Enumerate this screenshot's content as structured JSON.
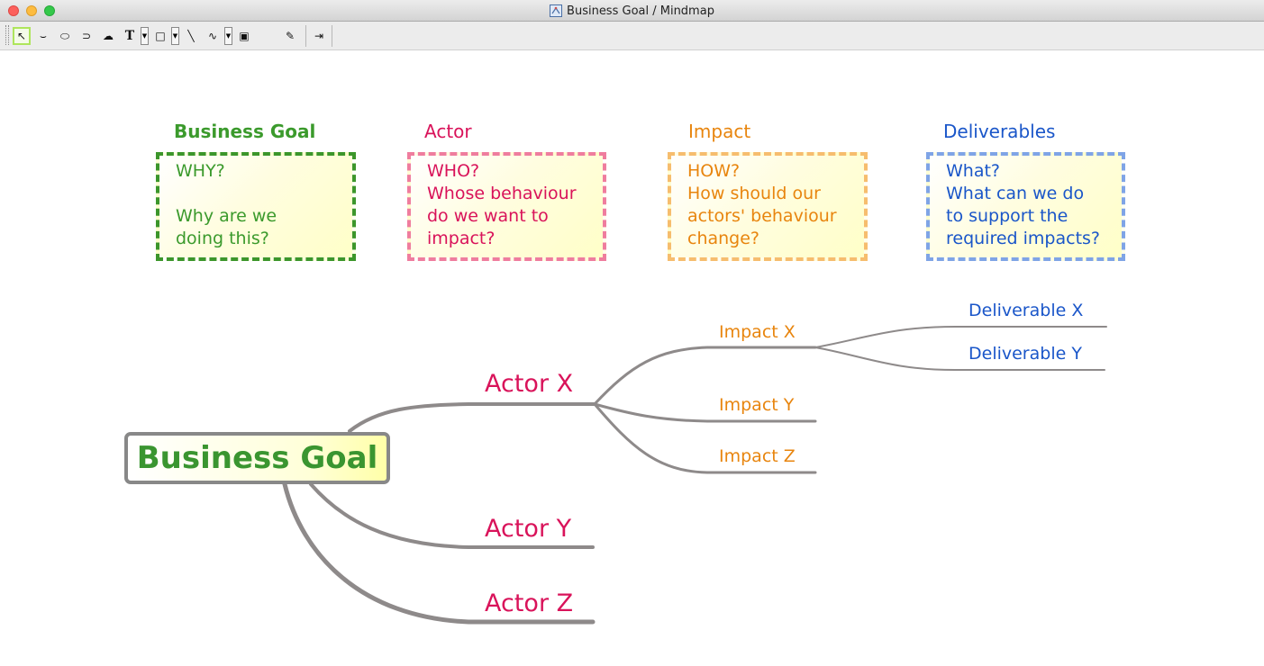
{
  "window": {
    "title": "Business Goal / Mindmap"
  },
  "toolbar": {
    "tools": [
      {
        "name": "select-tool",
        "glyph": "↖",
        "active": true
      },
      {
        "name": "connector-tool",
        "glyph": "⌣"
      },
      {
        "name": "oval-tool",
        "glyph": "⬭"
      },
      {
        "name": "lasso-tool",
        "glyph": "⊃"
      },
      {
        "name": "cloud-tool",
        "glyph": "☁"
      },
      {
        "name": "text-tool",
        "glyph": "T"
      },
      {
        "name": "rectangle-tool",
        "glyph": "□"
      },
      {
        "name": "line-tool",
        "glyph": "╲"
      },
      {
        "name": "curve-tool",
        "glyph": "∿"
      },
      {
        "name": "image-tool",
        "glyph": "▣"
      },
      {
        "name": "pin-tool",
        "glyph": "✎"
      },
      {
        "name": "insert-tool",
        "glyph": "⇥"
      }
    ]
  },
  "legend": [
    {
      "heading": "Business Goal",
      "text": "WHY?\n\nWhy are we\ndoing this?",
      "color": "#3b9a2c",
      "border": "#3c962b"
    },
    {
      "heading": "Actor",
      "text": "WHO?\nWhose behaviour\ndo we want to\nimpact?",
      "color": "#d9135a",
      "border": "#ef7d9e"
    },
    {
      "heading": "Impact",
      "text": "HOW?\nHow should our\nactors' behaviour\nchange?",
      "color": "#e8850e",
      "border": "#f6bd6e"
    },
    {
      "heading": "Deliverables",
      "text": "What?\nWhat can we do\nto support the\nrequired impacts?",
      "color": "#1a56c9",
      "border": "#7fa4e6"
    }
  ],
  "mindmap": {
    "root": "Business Goal",
    "actors": [
      "Actor X",
      "Actor Y",
      "Actor Z"
    ],
    "impacts": [
      "Impact X",
      "Impact Y",
      "Impact Z"
    ],
    "deliverables": [
      "Deliverable X",
      "Deliverable Y"
    ],
    "edge_color": "#8e8a8a"
  }
}
